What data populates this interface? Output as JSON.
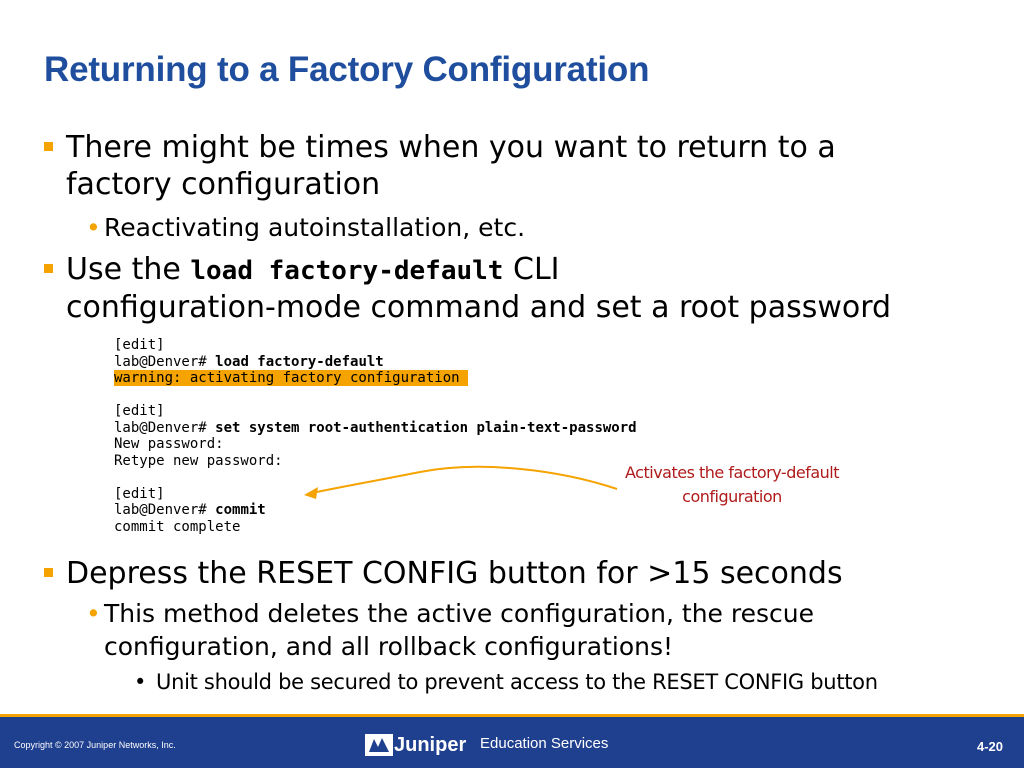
{
  "title": "Returning to a Factory Configuration",
  "bullets": {
    "b1_line1": "There might be times when you want to return to a",
    "b1_line2": "factory configuration",
    "b1_sub1": "Reactivating autoinstallation, etc.",
    "b2_prefix": "Use the",
    "b2_command": "load factory-default",
    "b2_suffix": "CLI",
    "b2_line2": "configuration-mode command and set a root password",
    "b3_line1": "Depress the RESET CONFIG button for >15 seconds",
    "b3_sub1_line1": "This method deletes the active configuration, the rescue",
    "b3_sub1_line2": "configuration, and all rollback configurations!",
    "b3_subsub1": "Unit should be secured to prevent access to the RESET CONFIG button"
  },
  "code": {
    "l1": "[edit]",
    "l2_prompt": "lab@Denver# ",
    "l2_cmd": "load factory-default",
    "l3_warning": "warning: activating factory configuration ",
    "l5": "[edit]",
    "l6_prompt": "lab@Denver# ",
    "l6_cmd": "set system root-authentication plain-text-password",
    "l7": "New password:",
    "l8": "Retype new password:",
    "l10": "[edit]",
    "l11_prompt": "lab@Denver# ",
    "l11_cmd": "commit",
    "l12": "commit complete"
  },
  "callout": {
    "line1": "Activates the factory-default",
    "line2": "configuration"
  },
  "footer": {
    "copyright": "Copyright © 2007 Juniper Networks, Inc.",
    "logo_text": "Juniper",
    "education": "Education Services",
    "page": "4-20"
  },
  "colors": {
    "title": "#1f4e9e",
    "accent": "#f5a300",
    "callout": "#b01a1a",
    "footer": "#1f3f8f"
  }
}
